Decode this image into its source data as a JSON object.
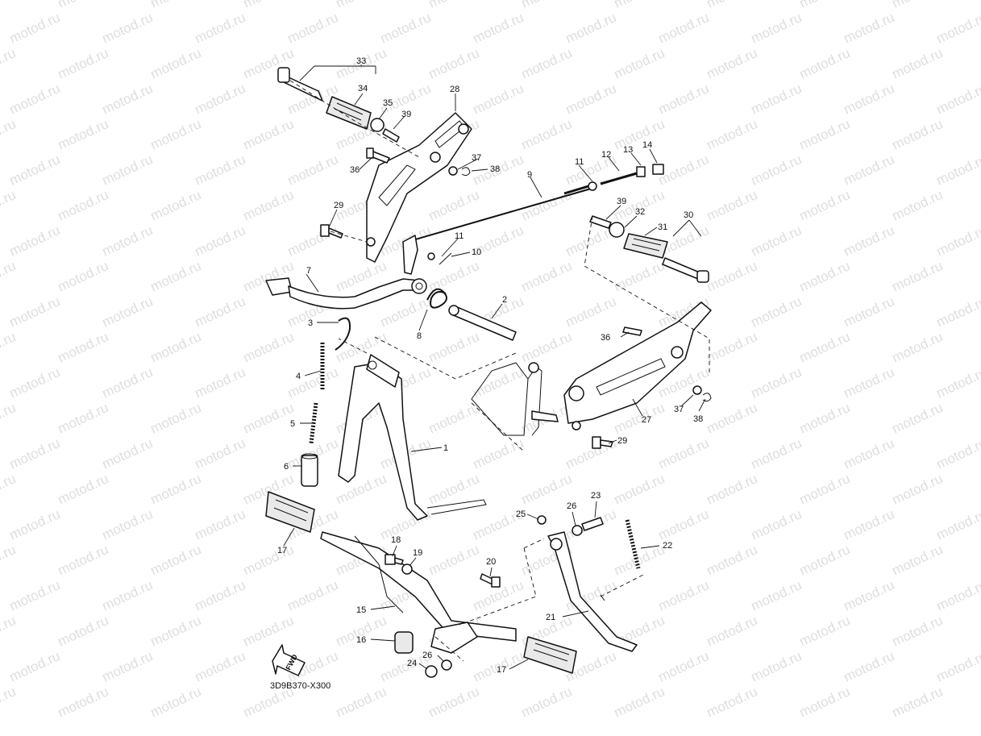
{
  "watermark": {
    "text": "motod.ru",
    "color": "#c4c4c4"
  },
  "diagram_code": "3D9B370-X300",
  "fwd_label": "FWD",
  "callouts": [
    {
      "id": "c1",
      "label": "1"
    },
    {
      "id": "c2",
      "label": "2"
    },
    {
      "id": "c3",
      "label": "3"
    },
    {
      "id": "c4",
      "label": "4"
    },
    {
      "id": "c5",
      "label": "5"
    },
    {
      "id": "c6",
      "label": "6"
    },
    {
      "id": "c7",
      "label": "7"
    },
    {
      "id": "c8",
      "label": "8"
    },
    {
      "id": "c9",
      "label": "9"
    },
    {
      "id": "c10",
      "label": "10"
    },
    {
      "id": "c11a",
      "label": "11"
    },
    {
      "id": "c11b",
      "label": "11"
    },
    {
      "id": "c12",
      "label": "12"
    },
    {
      "id": "c13",
      "label": "13"
    },
    {
      "id": "c14",
      "label": "14"
    },
    {
      "id": "c15",
      "label": "15"
    },
    {
      "id": "c16",
      "label": "16"
    },
    {
      "id": "c17a",
      "label": "17"
    },
    {
      "id": "c17b",
      "label": "17"
    },
    {
      "id": "c18",
      "label": "18"
    },
    {
      "id": "c19",
      "label": "19"
    },
    {
      "id": "c20",
      "label": "20"
    },
    {
      "id": "c21",
      "label": "21"
    },
    {
      "id": "c22",
      "label": "22"
    },
    {
      "id": "c23",
      "label": "23"
    },
    {
      "id": "c24",
      "label": "24"
    },
    {
      "id": "c25",
      "label": "25"
    },
    {
      "id": "c26a",
      "label": "26"
    },
    {
      "id": "c26b",
      "label": "26"
    },
    {
      "id": "c27",
      "label": "27"
    },
    {
      "id": "c28",
      "label": "28"
    },
    {
      "id": "c29a",
      "label": "29"
    },
    {
      "id": "c29b",
      "label": "29"
    },
    {
      "id": "c30",
      "label": "30"
    },
    {
      "id": "c31",
      "label": "31"
    },
    {
      "id": "c32",
      "label": "32"
    },
    {
      "id": "c33",
      "label": "33"
    },
    {
      "id": "c34",
      "label": "34"
    },
    {
      "id": "c35",
      "label": "35"
    },
    {
      "id": "c36a",
      "label": "36"
    },
    {
      "id": "c36b",
      "label": "36"
    },
    {
      "id": "c37a",
      "label": "37"
    },
    {
      "id": "c37b",
      "label": "37"
    },
    {
      "id": "c38a",
      "label": "38"
    },
    {
      "id": "c38b",
      "label": "38"
    },
    {
      "id": "c39a",
      "label": "39"
    },
    {
      "id": "c39b",
      "label": "39"
    }
  ]
}
